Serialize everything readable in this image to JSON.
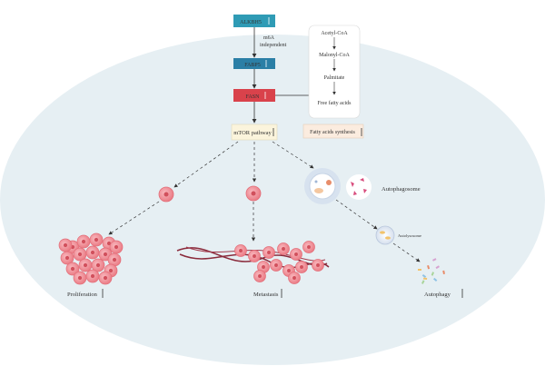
{
  "pathway": {
    "nodes": {
      "alkbh5": "ALKBH5",
      "fabp5": "FABP5",
      "fasn": "FASN",
      "mtor": "mTOR pathway"
    },
    "note_line1": "m6A",
    "note_line2": "independent"
  },
  "synthesis": {
    "steps": [
      "Acetyl-CoA",
      "Malonyl-CoA",
      "Palmitate",
      "Free fatty acids"
    ],
    "label": "Fatty acids synthesis"
  },
  "outcomes": {
    "proliferation": "Proliferation",
    "metastasis": "Metastasis",
    "autophagy": "Autophagy"
  },
  "autophagy_labels": {
    "autophagosome_top": "Autophagosome",
    "autolysosome": "Autolysosome"
  },
  "arrows": {
    "alkbh5": "down",
    "fabp5": "down",
    "fasn": "down",
    "mtor": "up",
    "synthesis": "down",
    "proliferation": "up",
    "metastasis": "up",
    "autophagy": "down"
  },
  "colors": {
    "background_ellipse": "#e6eff3",
    "node_teal": "#2f9bb5",
    "node_blue": "#2b7fa6",
    "node_red": "#d9424b",
    "mtor_box": "#fbf4dc",
    "synthesis_box": "#fbecdf",
    "cell": "#f08d95"
  }
}
